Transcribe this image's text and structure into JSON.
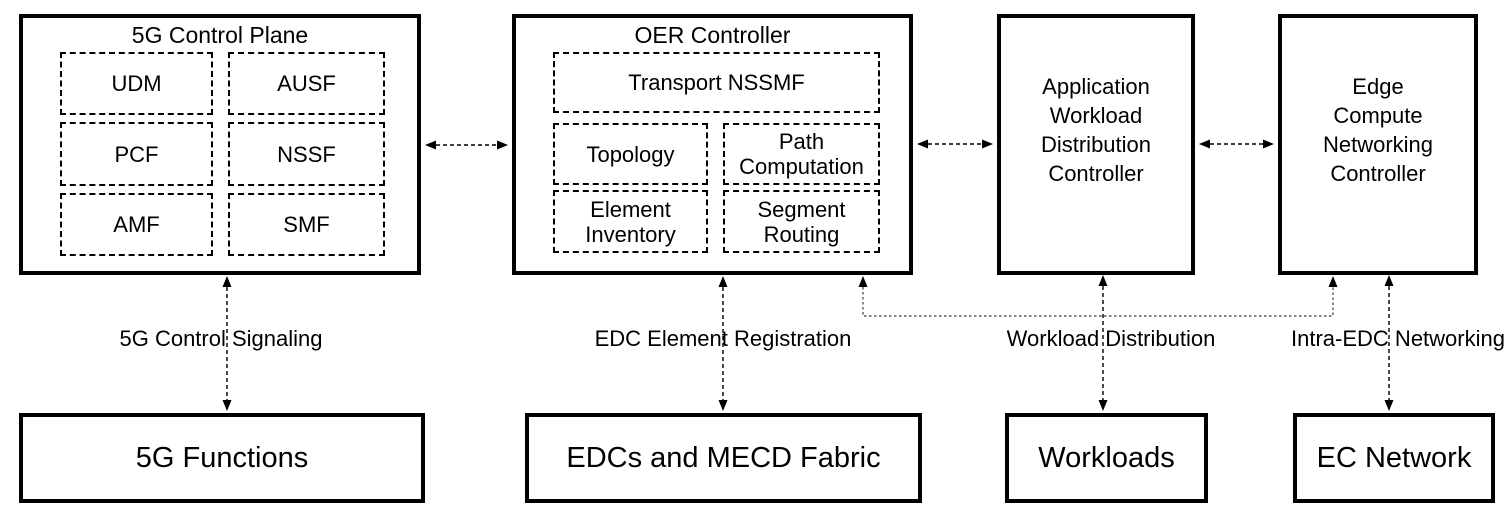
{
  "colors": {
    "ink": "#000000",
    "background": "#ffffff"
  },
  "boxes": {
    "control_plane": {
      "title": "5G Control Plane",
      "modules": [
        "UDM",
        "AUSF",
        "PCF",
        "NSSF",
        "AMF",
        "SMF"
      ]
    },
    "oer_controller": {
      "title": "OER Controller",
      "transport_module": "Transport NSSMF",
      "modules": [
        "Topology",
        "Path Computation",
        "Element Inventory",
        "Segment Routing"
      ]
    },
    "awdc": {
      "lines": [
        "Application",
        "Workload",
        "Distribution",
        "Controller"
      ]
    },
    "ecnc": {
      "lines": [
        "Edge",
        "Compute",
        "Networking",
        "Controller"
      ]
    },
    "bottom": [
      "5G Functions",
      "EDCs and MECD Fabric",
      "Workloads",
      "EC Network"
    ]
  },
  "connectors": {
    "labels": [
      "5G Control Signaling",
      "EDC Element Registration",
      "Workload Distribution",
      "Intra-EDC Networking"
    ]
  }
}
